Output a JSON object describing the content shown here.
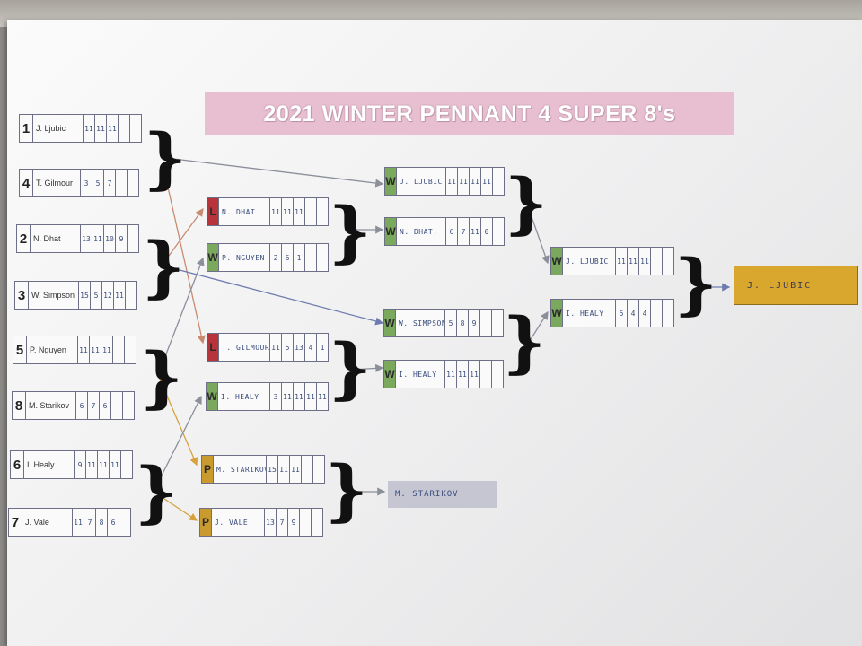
{
  "title": "2021 WINTER PENNANT 4 SUPER 8's",
  "round1": [
    {
      "seed": "1",
      "name": "J. Ljubic",
      "scores": [
        "11",
        "11",
        "11",
        "",
        ""
      ]
    },
    {
      "seed": "4",
      "name": "T. Gilmour",
      "scores": [
        "3",
        "5",
        "7",
        "",
        ""
      ]
    },
    {
      "seed": "2",
      "name": "N. Dhat",
      "scores": [
        "13",
        "11",
        "10",
        "9",
        ""
      ]
    },
    {
      "seed": "3",
      "name": "W. Simpson",
      "scores": [
        "15",
        "5",
        "12",
        "11",
        ""
      ]
    },
    {
      "seed": "5",
      "name": "P. Nguyen",
      "scores": [
        "11",
        "11",
        "11",
        "",
        ""
      ]
    },
    {
      "seed": "8",
      "name": "M. Starikov",
      "scores": [
        "6",
        "7",
        "6",
        "",
        ""
      ]
    },
    {
      "seed": "6",
      "name": "I. Healy",
      "scores": [
        "9",
        "11",
        "11",
        "11",
        ""
      ]
    },
    {
      "seed": "7",
      "name": "J. Vale",
      "scores": [
        "11",
        "7",
        "8",
        "6",
        ""
      ]
    }
  ],
  "round2": [
    {
      "tag": "L",
      "name": "N. DHAT",
      "scores": [
        "11",
        "11",
        "11",
        "",
        ""
      ]
    },
    {
      "tag": "W",
      "name": "P. NGUYEN",
      "scores": [
        "2",
        "6",
        "1",
        "",
        ""
      ]
    },
    {
      "tag": "L",
      "name": "T. GILMOUR",
      "scores": [
        "11",
        "5",
        "13",
        "4",
        "1"
      ]
    },
    {
      "tag": "W",
      "name": "I. HEALY",
      "scores": [
        "3",
        "11",
        "11",
        "11",
        "11"
      ]
    },
    {
      "tag": "P",
      "name": "M. STARIKOV",
      "scores": [
        "15",
        "11",
        "11",
        "",
        ""
      ]
    },
    {
      "tag": "P",
      "name": "J. VALE",
      "scores": [
        "13",
        "7",
        "9",
        "",
        ""
      ]
    }
  ],
  "round3": [
    {
      "tag": "W",
      "name": "J. LJUBIC",
      "scores": [
        "11",
        "11",
        "11",
        "11",
        ""
      ]
    },
    {
      "tag": "W",
      "name": "N. DHAT.",
      "scores": [
        "6",
        "7",
        "11",
        "0",
        ""
      ]
    },
    {
      "tag": "W",
      "name": "W. SIMPSON",
      "scores": [
        "5",
        "8",
        "9",
        "",
        ""
      ]
    },
    {
      "tag": "W",
      "name": "I. HEALY",
      "scores": [
        "11",
        "11",
        "11",
        "",
        ""
      ]
    }
  ],
  "final": [
    {
      "tag": "W",
      "name": "J. LJUBIC",
      "scores": [
        "11",
        "11",
        "11",
        "",
        ""
      ]
    },
    {
      "tag": "W",
      "name": "I. HEALY",
      "scores": [
        "5",
        "4",
        "4",
        "",
        ""
      ]
    }
  ],
  "champion": "J. LJUBIC",
  "plate_winner": "M. STARIKOV",
  "colors": {
    "win": "#7aa85d",
    "loss": "#b7353a",
    "plate": "#c99a2d",
    "champion": "#d9a62e",
    "title_band": "#e8bfd1"
  }
}
